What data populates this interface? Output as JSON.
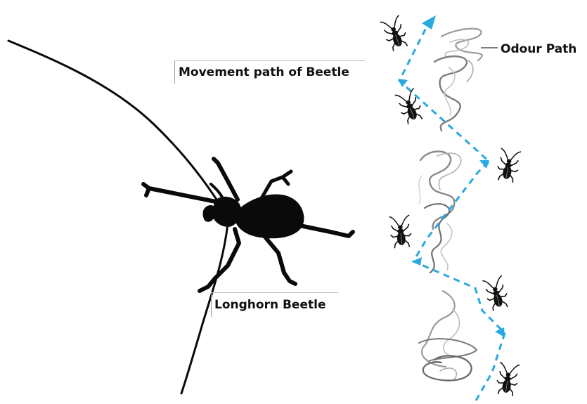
{
  "labels": {
    "odour_path": "Odour Path",
    "movement_path": "Movement path of Beetle",
    "longhorn_beetle": "Longhorn Beetle"
  },
  "colors": {
    "beetle": "#0a0a0a",
    "movement_path": "#29a9e1",
    "odour_plume": "#8c8c8c",
    "background": "#ffffff"
  },
  "icons": [
    "longhorn-beetle-silhouette",
    "small-beetle-icon",
    "odour-plume",
    "dashed-arrow"
  ]
}
